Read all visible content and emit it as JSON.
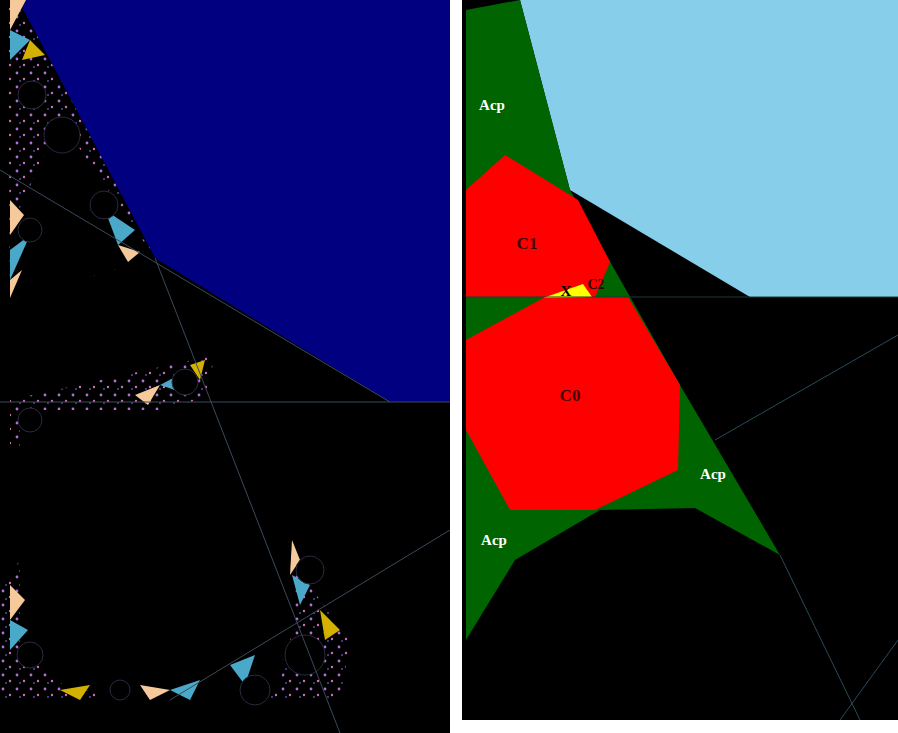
{
  "diagram": {
    "labels": [
      "Acp",
      "C1",
      "X",
      "C2",
      "C0",
      "Acp",
      "Acp"
    ]
  }
}
